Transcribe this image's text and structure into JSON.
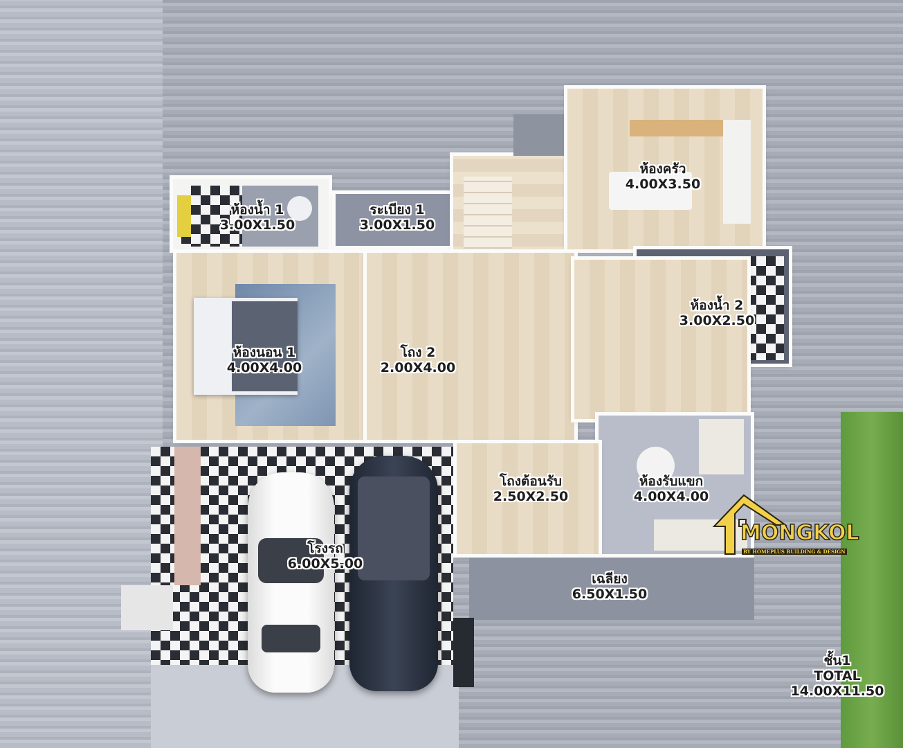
{
  "plan": {
    "floor_label": "ชั้น1",
    "total_label": "TOTAL",
    "total_size": "14.00X11.50"
  },
  "rooms": [
    {
      "name": "ห้องน้ำ 1",
      "size": "3.00X1.50"
    },
    {
      "name": "ระเบียง 1",
      "size": "3.00X1.50"
    },
    {
      "name": "ห้องครัว",
      "size": "4.00X3.50"
    },
    {
      "name": "ห้องน้ำ 2",
      "size": "3.00X2.50"
    },
    {
      "name": "ห้องนอน 1",
      "size": "4.00X4.00"
    },
    {
      "name": "โถง 2",
      "size": "2.00X4.00"
    },
    {
      "name": "โถงต้อนรับ",
      "size": "2.50X2.50"
    },
    {
      "name": "ห้องรับแขก",
      "size": "4.00X4.00"
    },
    {
      "name": "โรงรถ",
      "size": "6.00X5.00"
    },
    {
      "name": "เฉลียง",
      "size": "6.50X1.50"
    }
  ],
  "logo": {
    "brand": "MONGKOL",
    "tagline": "BY HOMEPLUS BUILDING & DESIGN"
  },
  "colors": {
    "logo_gold": "#f2d04a",
    "lawn": "#6ea447"
  }
}
